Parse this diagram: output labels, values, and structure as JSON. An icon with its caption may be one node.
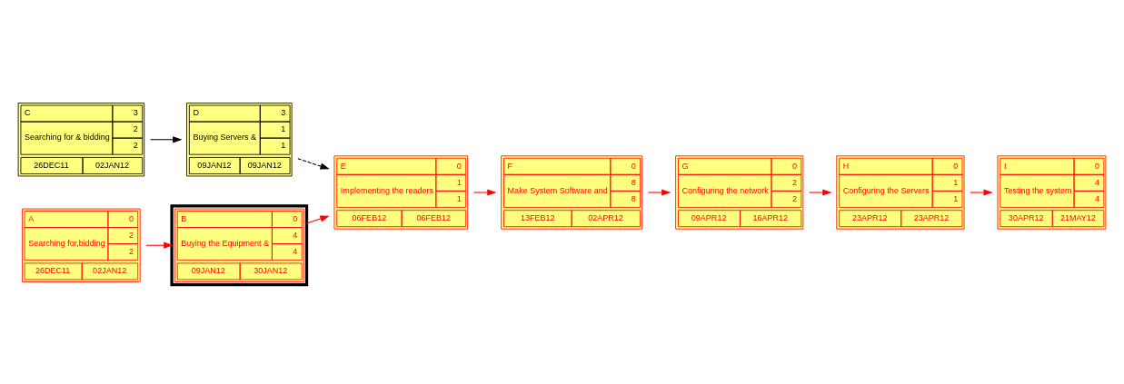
{
  "diagram": {
    "nodes": [
      {
        "text": [
          "C",
          "3",
          "Searching for & bidding",
          "2",
          "2",
          "26DEC11",
          "02JAN12"
        ]
      },
      {
        "text": [
          "D",
          "3",
          "Buying Servers &",
          "1",
          "1",
          "09JAN12",
          "09JAN12"
        ]
      },
      {
        "text": [
          "E",
          "0",
          "Implementing the readers",
          "1",
          "1",
          "06FEB12",
          "06FEB12"
        ]
      },
      {
        "text": [
          "F",
          "0",
          "Make System Software and",
          "8",
          "8",
          "13FEB12",
          "02APR12"
        ]
      },
      {
        "text": [
          "G",
          "0",
          "Configuring the network",
          "2",
          "2",
          "09APR12",
          "16APR12"
        ]
      },
      {
        "text": [
          "H",
          "0",
          "Configuring the Servers",
          "1",
          "1",
          "23APR12",
          "23APR12"
        ]
      },
      {
        "text": [
          "I",
          "0",
          "Testing the system",
          "4",
          "4",
          "30APR12",
          "21MAY12"
        ]
      },
      {
        "text": [
          "A",
          "0",
          "Searching for,bidding",
          "2",
          "2",
          "26DEC11",
          "02JAN12"
        ]
      },
      {
        "text": [
          "B",
          "0",
          "Buying the Equipment &",
          "4",
          "4",
          "09JAN12",
          "30JAN12"
        ]
      }
    ],
    "edges": [
      {
        "from": 0,
        "to": 1,
        "arrow": "to",
        "color": "#000000"
      },
      {
        "from": 1,
        "to": 2,
        "arrow": "to",
        "style": "dashed",
        "color": "#000000"
      },
      {
        "from": 8,
        "to": 2,
        "arrow": "to"
      },
      {
        "from": 2,
        "to": 3,
        "arrow": "to"
      },
      {
        "from": 3,
        "to": 4,
        "arrow": "to"
      },
      {
        "from": 4,
        "to": 5,
        "arrow": "to"
      },
      {
        "from": 5,
        "to": 6,
        "arrow": "to"
      },
      {
        "from": 7,
        "to": 8,
        "arrow": "to"
      }
    ]
  }
}
